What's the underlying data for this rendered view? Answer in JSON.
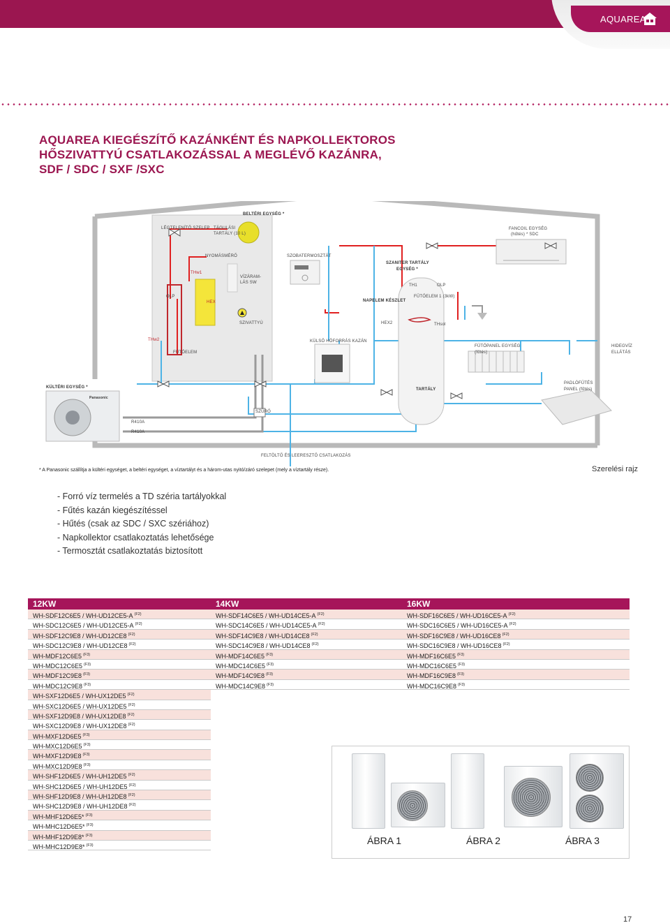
{
  "header": {
    "brand": "AQUAREA"
  },
  "title": {
    "line1": "AQUAREA KIEGÉSZÍTŐ KAZÁNKÉNT ÉS NAPKOLLEKTOROS",
    "line2": "HŐSZIVATTYÚ CSATLAKOZÁSSAL A MEGLÉVŐ KAZÁNRA,",
    "line3": "SDF / SDC / SXF /SXC"
  },
  "diagram": {
    "labels": {
      "belteri": "BELTÉRI EGYSÉG *",
      "legtelenito": "LÉGTELENÍTŐ SZELEP",
      "tagulasi": "TÁGULÁSI",
      "tagulasi2": "TARTÁLY (10 L)",
      "fancoil": "FANCOIL EGYSÉG",
      "fancoil2": "(hűtés) * SDC",
      "nyomasmero": "NYOMÁSMÉRŐ",
      "thw1": "THw1",
      "vizaram": "VÍZÁRAM-",
      "vizaram2": "LÁS SW",
      "szobatermosztat": "SZOBATERMOSZTÁT",
      "szaniter": "SZANITER TARTÁLY",
      "szaniter2": "EGYSÉG *",
      "th1": "TH1",
      "olp_right": "OLP",
      "olp_left": "OLP",
      "hex": "HEX",
      "napelem": "NAPELEM KÉSZLET",
      "futoelem3": "FŰTŐELEM 1 (3kW)",
      "szivattyu": "SZIVATTYÚ",
      "hex2": "HEX2",
      "thsol": "THsol",
      "thw2": "THw2",
      "kulso_kazan": "KÜLSŐ HŐFORRÁS KAZÁN",
      "futoelem": "FŰTŐELEM",
      "futopanel": "FŰTŐPANEL EGYSÉG",
      "futopanel2": "(fűtés)",
      "hidegviz": "HIDEGVÍZ",
      "hidegviz2": "ELLÁTÁS",
      "kulteri": "KÜLTÉRI EGYSÉG *",
      "tartaly": "TARTÁLY",
      "padlofutes": "PADLÓFŰTÉS",
      "padlofutes2": "PANEL (fűtés)",
      "szuro": "SZŰRŐ",
      "r410a_1": "R410A",
      "r410a_2": "R410A",
      "feltolto": "FELTÖLTŐ ÉS LEERESZTŐ CSATLAKOZÁS",
      "panasonic": "Panasonic"
    }
  },
  "footnote": "* A Panasonic szállítja a kültéri egységet, a beltéri egységet, a víztartályt és a három-utas nyitó/záró szelepet (mely a víztartály része).",
  "install_label": "Szerelési rajz",
  "features": [
    "- Forró víz termelés a TD széria tartályokkal",
    "- Fűtés kazán kiegészítéssel",
    "- Hűtés (csak az SDC / SXC szériához)",
    "- Napkollektor csatlakoztatás lehetősége",
    "- Termosztát csatlakoztatás biztosított"
  ],
  "models": {
    "col12": {
      "header": "12KW",
      "rows": [
        {
          "m": "WH-SDF12C6E5 / WH-UD12CE5-A",
          "n": "(F2)"
        },
        {
          "m": "WH-SDC12C6E5 / WH-UD12CE5-A",
          "n": "(F2)"
        },
        {
          "m": "WH-SDF12C9E8 / WH-UD12CE8",
          "n": "(F2)"
        },
        {
          "m": "WH-SDC12C9E8 / WH-UD12CE8",
          "n": "(F2)"
        },
        {
          "m": "WH-MDF12C6E5",
          "n": "(F3)"
        },
        {
          "m": "WH-MDC12C6E5",
          "n": "(F3)"
        },
        {
          "m": "WH-MDF12C9E8",
          "n": "(F3)"
        },
        {
          "m": "WH-MDC12C9E8",
          "n": "(F3)"
        },
        {
          "m": "WH-SXF12D6E5 / WH-UX12DE5",
          "n": "(F2)"
        },
        {
          "m": "WH-SXC12D6E5 / WH-UX12DE5",
          "n": "(F2)"
        },
        {
          "m": "WH-SXF12D9E8 / WH-UX12DE8",
          "n": "(F2)"
        },
        {
          "m": "WH-SXC12D9E8 / WH-UX12DE8",
          "n": "(F2)"
        },
        {
          "m": "WH-MXF12D6E5",
          "n": "(F3)"
        },
        {
          "m": "WH-MXC12D6E5",
          "n": "(F3)"
        },
        {
          "m": "WH-MXF12D9E8",
          "n": "(F3)"
        },
        {
          "m": "WH-MXC12D9E8",
          "n": "(F3)"
        },
        {
          "m": "WH-SHF12D6E5 / WH-UH12DE5",
          "n": "(F2)"
        },
        {
          "m": "WH-SHC12D6E5 / WH-UH12DE5",
          "n": "(F2)"
        },
        {
          "m": "WH-SHF12D9E8 / WH-UH12DE8",
          "n": "(F2)"
        },
        {
          "m": "WH-SHC12D9E8 / WH-UH12DE8",
          "n": "(F2)"
        },
        {
          "m": "WH-MHF12D6E5*",
          "n": "(F3)"
        },
        {
          "m": "WH-MHC12D6E5*",
          "n": "(F3)"
        },
        {
          "m": "WH-MHF12D9E8*",
          "n": "(F3)"
        },
        {
          "m": "WH-MHC12D9E8*",
          "n": "(F3)"
        }
      ]
    },
    "col14": {
      "header": "14KW",
      "rows": [
        {
          "m": "WH-SDF14C6E5 / WH-UD14CE5-A",
          "n": "(F2)"
        },
        {
          "m": "WH-SDC14C6E5 / WH-UD14CE5-A",
          "n": "(F2)"
        },
        {
          "m": "WH-SDF14C9E8 / WH-UD14CE8",
          "n": "(F2)"
        },
        {
          "m": "WH-SDC14C9E8 / WH-UD14CE8",
          "n": "(F2)"
        },
        {
          "m": "WH-MDF14C6E5",
          "n": "(F3)"
        },
        {
          "m": "WH-MDC14C6E5",
          "n": "(F3)"
        },
        {
          "m": "WH-MDF14C9E8",
          "n": "(F3)"
        },
        {
          "m": "WH-MDC14C9E8",
          "n": "(F3)"
        }
      ]
    },
    "col16": {
      "header": "16KW",
      "rows": [
        {
          "m": "WH-SDF16C6E5 / WH-UD16CE5-A",
          "n": "(F2)"
        },
        {
          "m": "WH-SDC16C6E5 / WH-UD16CE5-A",
          "n": "(F2)"
        },
        {
          "m": "WH-SDF16C9E8 / WH-UD16CE8",
          "n": "(F2)"
        },
        {
          "m": "WH-SDC16C9E8 / WH-UD16CE8",
          "n": "(F2)"
        },
        {
          "m": "WH-MDF16C6E5",
          "n": "(F3)"
        },
        {
          "m": "WH-MDC16C6E5",
          "n": "(F3)"
        },
        {
          "m": "WH-MDF16C9E8",
          "n": "(F3)"
        },
        {
          "m": "WH-MDC16C9E8",
          "n": "(F3)"
        }
      ]
    }
  },
  "figures": {
    "f1": "ÁBRA 1",
    "f2": "ÁBRA 2",
    "f3": "ÁBRA 3"
  },
  "page_number": "17",
  "colors": {
    "brand": "#a6155a",
    "row_alt": "#f8e1dc",
    "pipe_red": "#e02020",
    "pipe_blue": "#4db3e6",
    "pipe_grey": "#9a9a9a"
  }
}
